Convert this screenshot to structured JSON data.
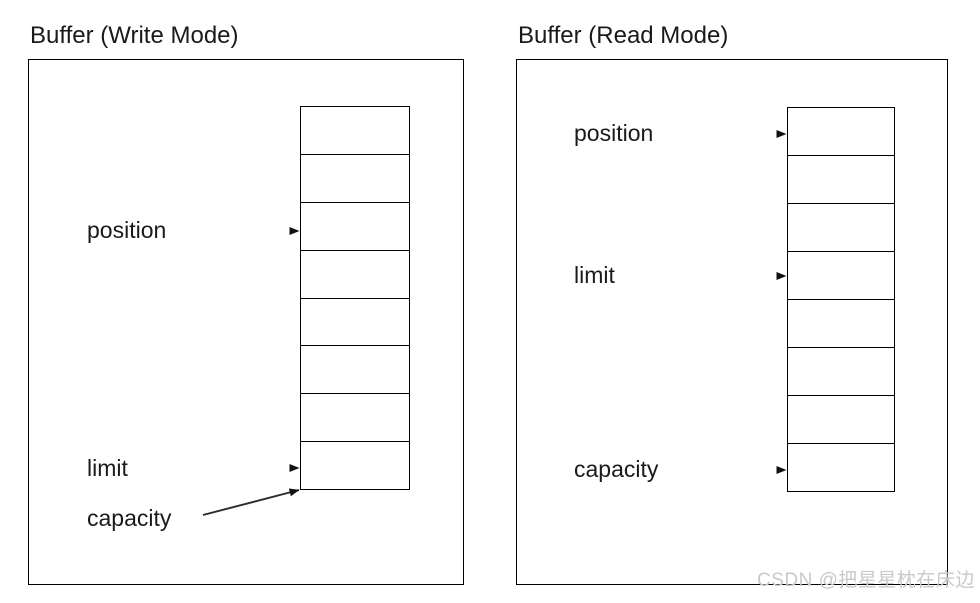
{
  "figure": {
    "title": "",
    "background_color": "#ffffff",
    "line_color": "#000000",
    "text_color": "#1a1a1a",
    "arrow_color": "#4d4d4d"
  },
  "panels": [
    {
      "id": "write-mode",
      "title": "Buffer (Write Mode)",
      "cell_count": 8,
      "annotations": [
        {
          "id": "position",
          "label": "position",
          "arrow": "straight"
        },
        {
          "id": "limit",
          "label": "limit",
          "arrow": "straight"
        },
        {
          "id": "capacity",
          "label": "capacity",
          "arrow": "diagonal"
        }
      ]
    },
    {
      "id": "read-mode",
      "title": "Buffer (Read Mode)",
      "cell_count": 8,
      "annotations": [
        {
          "id": "position",
          "label": "position",
          "arrow": "straight"
        },
        {
          "id": "limit",
          "label": "limit",
          "arrow": "straight"
        },
        {
          "id": "capacity",
          "label": "capacity",
          "arrow": "straight"
        }
      ]
    }
  ],
  "watermark": {
    "text": "CSDN @把星星枕在床边",
    "color": "#c9c9c9"
  }
}
